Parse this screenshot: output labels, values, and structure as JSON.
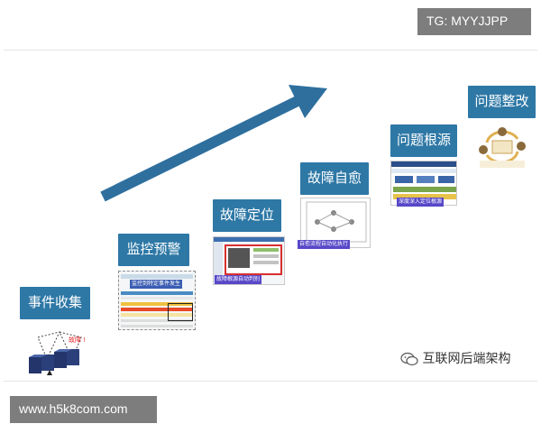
{
  "watermarks": {
    "top": "TG: MYYJJPP",
    "bottom": "www.h5k8com.com"
  },
  "stages": [
    {
      "label": "事件收集"
    },
    {
      "label": "监控预警"
    },
    {
      "label": "故障定位"
    },
    {
      "label": "故障自愈"
    },
    {
      "label": "问题根源"
    },
    {
      "label": "问题整改"
    }
  ],
  "thumb_captions": {
    "alert": "故障 !",
    "monitor": "监控到特定事件发生",
    "locate": "故障根源自动判别",
    "heal": "自愈流程自动化执行",
    "root": "深度深入定位根源"
  },
  "brand": {
    "name": "互联网后端架构",
    "icon": "wechat-icon"
  },
  "colors": {
    "stage_box": "#2e78a6",
    "arrow": "#2e6f9e",
    "watermark": "#7d7d7d"
  }
}
